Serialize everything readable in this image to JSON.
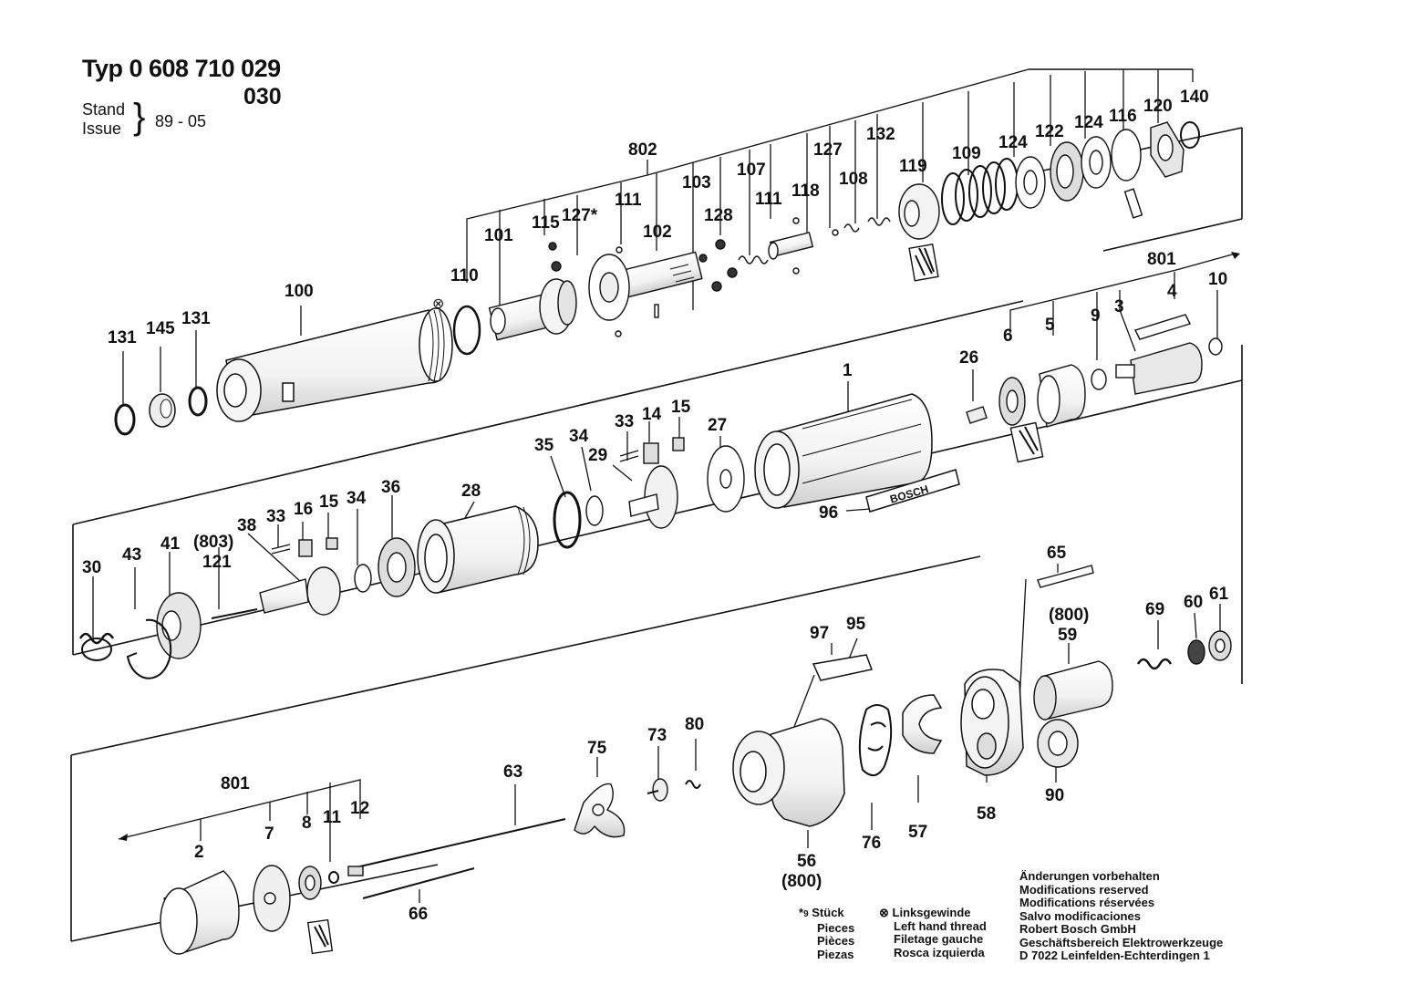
{
  "header": {
    "type_line": "Typ 0 608 710 029",
    "variant": "030",
    "stand_label": "Stand",
    "issue_label": "Issue",
    "brace": "}",
    "date": "89 - 05"
  },
  "footnotes": {
    "piece_symbol": "*",
    "piece_count": "9",
    "piece_lines": [
      "Stück",
      "Pieces",
      "Pièces",
      "Piezas"
    ],
    "thread_symbol": "⊗",
    "thread_lines": [
      "Linksgewinde",
      "Left hand thread",
      "Filetage gauche",
      "Rosca izquierda"
    ],
    "notice_lines": [
      "Änderungen vorbehalten",
      "Modifications reserved",
      "Modifications réservées",
      "Salvo modificaciones",
      "Robert Bosch GmbH",
      "Geschäftsbereich Elektrowerkzeuge",
      "D 7022 Leinfelden-Echterdingen 1"
    ]
  },
  "part_labels": {
    "802": "802",
    "110": "110",
    "101": "101",
    "115": "115",
    "127s": "127*",
    "111a": "111",
    "102": "102",
    "103": "103",
    "128": "128",
    "107": "107",
    "111b": "111",
    "118": "118",
    "127": "127",
    "108": "108",
    "132": "132",
    "119": "119",
    "109": "109",
    "124a": "124",
    "122": "122",
    "124b": "124",
    "116": "116",
    "120": "120",
    "140": "140",
    "100": "100",
    "131a": "131",
    "145": "145",
    "131b": "131",
    "801a": "801",
    "4": "4",
    "10": "10",
    "6": "6",
    "5": "5",
    "9": "9",
    "3": "3",
    "1": "1",
    "26": "26",
    "27": "27",
    "33a": "33",
    "14": "14",
    "15a": "15",
    "35": "35",
    "34a": "34",
    "29": "29",
    "28": "28",
    "96": "96",
    "33b": "33",
    "16": "16",
    "15b": "15",
    "34b": "34",
    "36": "36",
    "38": "38",
    "803": "(803)",
    "121": "121",
    "30": "30",
    "43": "43",
    "41": "41",
    "65": "65",
    "800a": "(800)",
    "59": "59",
    "69": "69",
    "60": "60",
    "61": "61",
    "97": "97",
    "95": "95",
    "75": "75",
    "73": "73",
    "80": "80",
    "63": "63",
    "56": "56",
    "800b": "(800)",
    "76": "76",
    "57": "57",
    "58": "58",
    "90": "90",
    "801b": "801",
    "2": "2",
    "7": "7",
    "8": "8",
    "11": "11",
    "12": "12",
    "66": "66"
  },
  "brand_markings": [
    "BOSCH"
  ]
}
